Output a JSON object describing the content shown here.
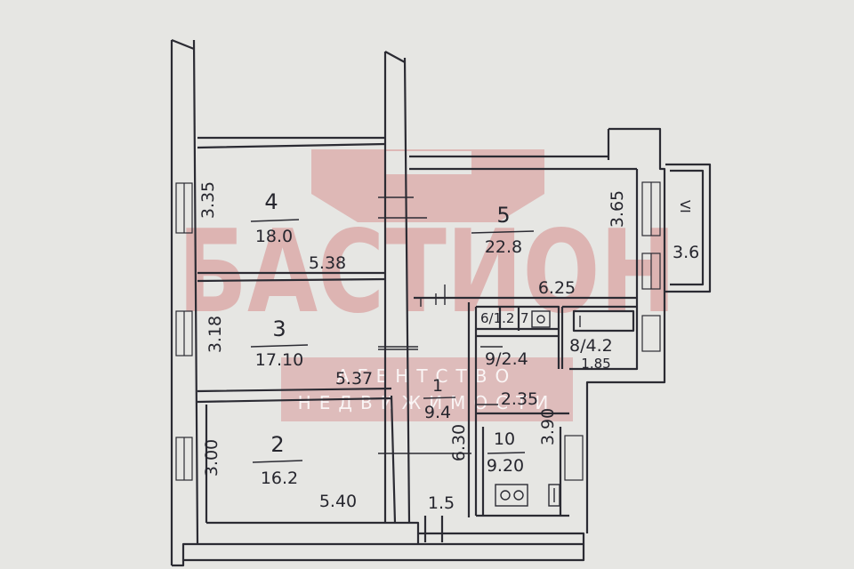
{
  "watermark": {
    "logo_text": "БАСТИОН",
    "sub_line1": "АГЕНТСТВО",
    "sub_line2": "НЕДВИЖИМОСТИ"
  },
  "rooms": [
    {
      "id": "4",
      "number": "4",
      "area": "18.0"
    },
    {
      "id": "5",
      "number": "5",
      "area": "22.8"
    },
    {
      "id": "3",
      "number": "3",
      "area": "17.10"
    },
    {
      "id": "2",
      "number": "2",
      "area": "16.2"
    },
    {
      "id": "1",
      "number": "1",
      "area": "9.4"
    },
    {
      "id": "10",
      "number": "10",
      "area": "9.20"
    },
    {
      "id": "6",
      "label": "6/1.2"
    },
    {
      "id": "7",
      "label": "7"
    },
    {
      "id": "8",
      "label": "8/4.2"
    },
    {
      "id": "9",
      "label": "9/2.4"
    },
    {
      "id": "balcony",
      "number": "VI",
      "area": "3.6"
    }
  ],
  "dimensions": {
    "room4_height": "3.35",
    "room4_width": "5.38",
    "room5_height": "3.65",
    "room5_width": "6.25",
    "room3_height": "3.18",
    "room3_width": "5.37",
    "room2_height": "3.00",
    "room2_width": "5.40",
    "corridor_length": "6.30",
    "corridor_width": "1.5",
    "room10_top": "2.35",
    "room10_height": "3.90",
    "room8_width": "1.85"
  }
}
